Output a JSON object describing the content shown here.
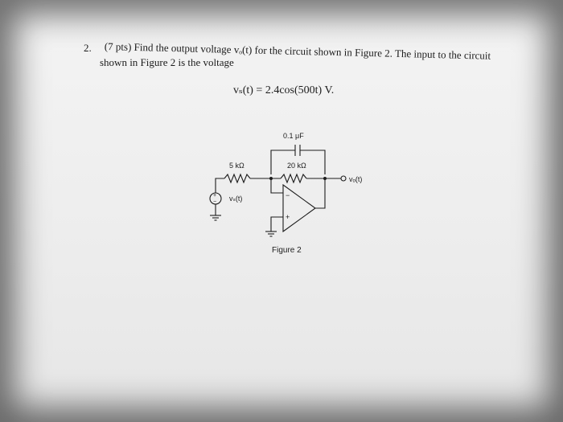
{
  "problem": {
    "number": "2.",
    "line1": "(7 pts) Find the output voltage vₒ(t) for the circuit shown in Figure 2. The input to the circuit",
    "line2": "shown in Figure 2 is the voltage",
    "equation": "vₛ(t) = 2.4cos(500t)  V."
  },
  "circuit": {
    "capacitor_label": "0.1 μF",
    "r1_label": "5 kΩ",
    "r2_label": "20 kΩ",
    "output_label": "vₒ(t)",
    "source_label": "vₛ(t)",
    "source_plus": "+",
    "source_minus": "−",
    "opamp_minus": "−",
    "opamp_plus": "+",
    "figure_caption": "Figure 2"
  }
}
